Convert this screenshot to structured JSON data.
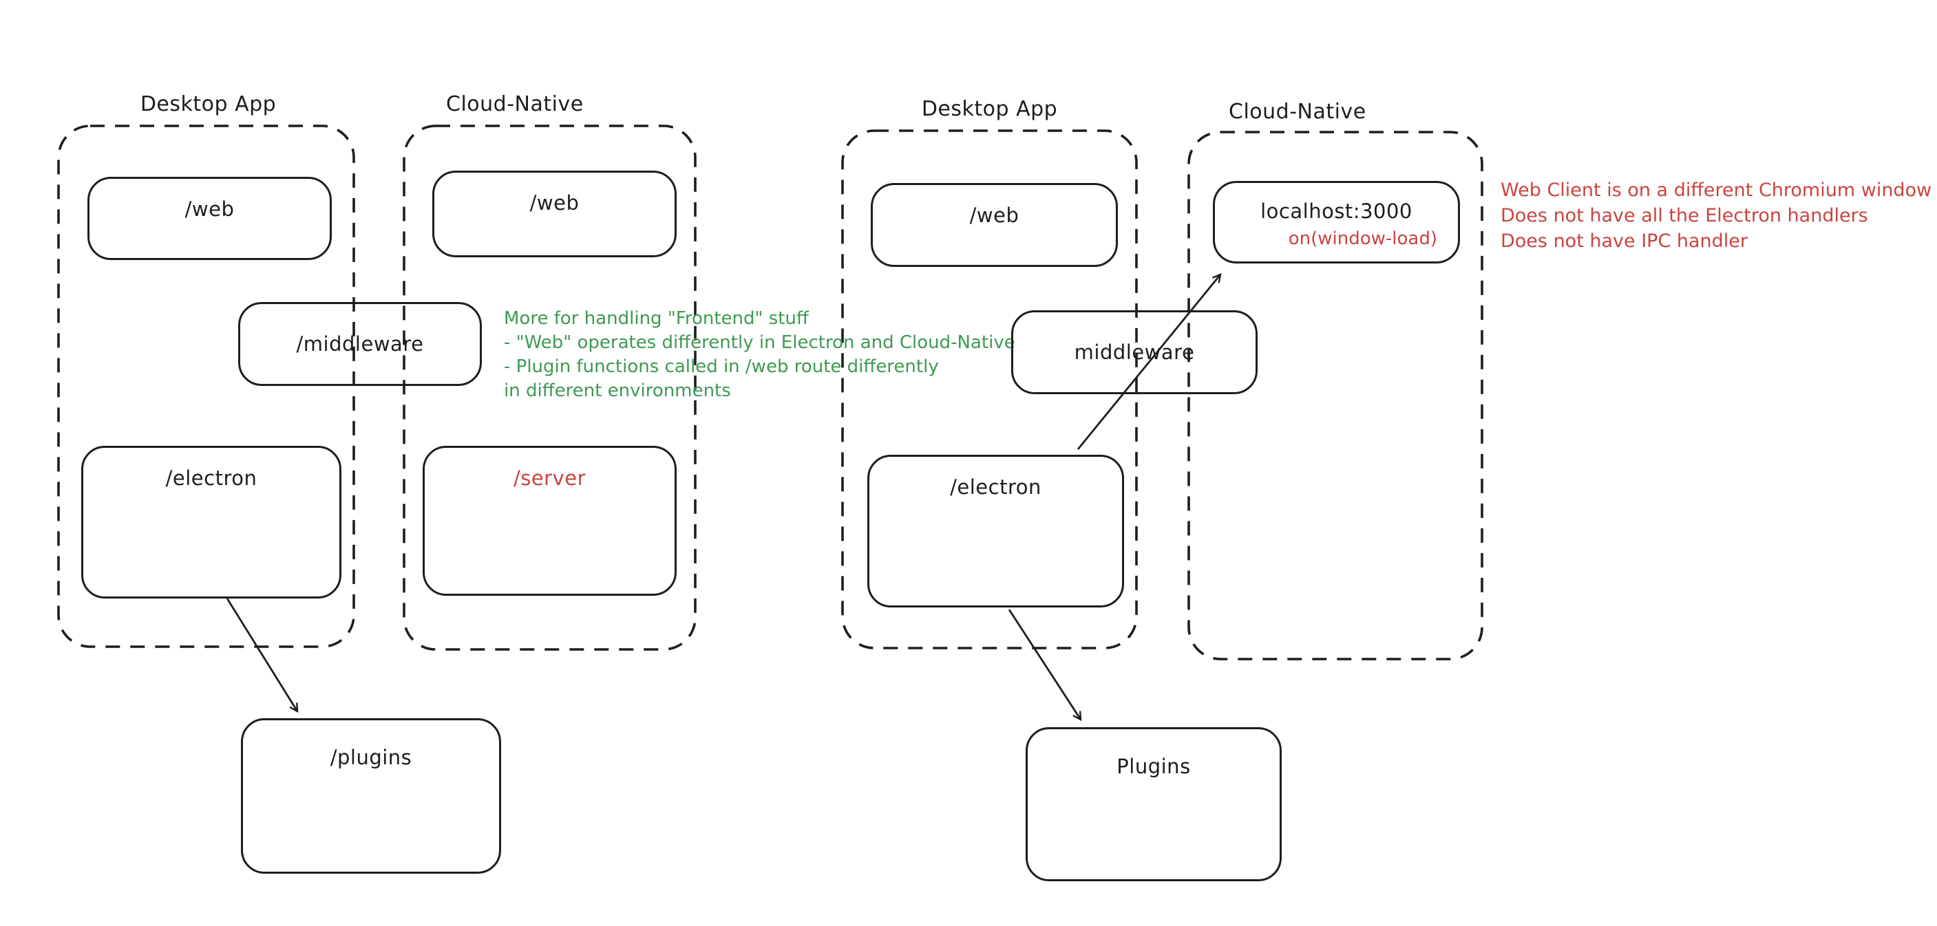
{
  "colors": {
    "ink": "#1e1e1e",
    "green": "#3e9a52",
    "red": "#c94440",
    "background": "#ffffff"
  },
  "left_diagram": {
    "desktop_container_label": "Desktop App",
    "cloud_container_label": "Cloud-Native",
    "web_desktop_label": "/web",
    "web_cloud_label": "/web",
    "middleware_label": "/middleware",
    "electron_label": "/electron",
    "server_label": "/server",
    "plugins_label": "/plugins",
    "note_lines": [
      "More for handling \"Frontend\" stuff",
      "- \"Web\" operates differently in Electron and Cloud-Native",
      "- Plugin functions called in /web route differently",
      "in different environments"
    ]
  },
  "right_diagram": {
    "desktop_container_label": "Desktop App",
    "cloud_container_label": "Cloud-Native",
    "web_desktop_label": "/web",
    "localhost_title": "localhost:3000",
    "localhost_event": "on(window-load)",
    "middleware_label": "middleware",
    "electron_label": "/electron",
    "plugins_label": "Plugins",
    "note_lines": [
      "Web Client is on a different Chromium window",
      "Does not have all the Electron handlers",
      "Does not have IPC handler"
    ]
  }
}
